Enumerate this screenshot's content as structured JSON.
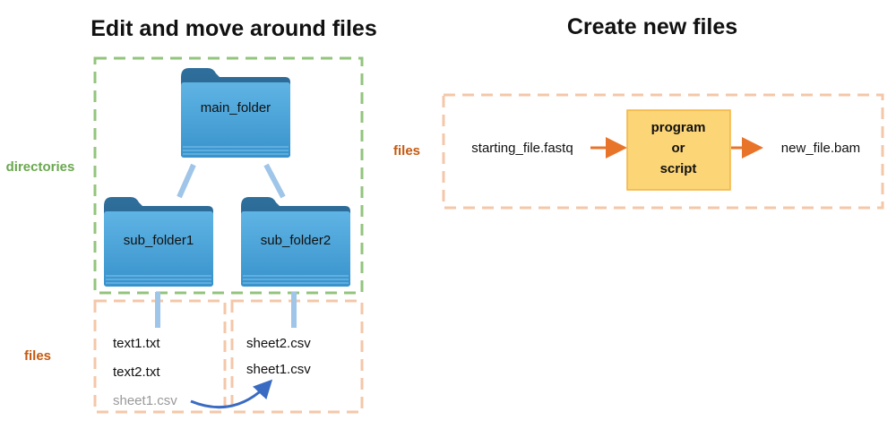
{
  "left_panel": {
    "title": "Edit and move around files",
    "directories_label": "directories",
    "files_label": "files",
    "folders": {
      "main": "main_folder",
      "sub1": "sub_folder1",
      "sub2": "sub_folder2"
    },
    "files_sub1": [
      "text1.txt",
      "text2.txt"
    ],
    "moving_file": "sheet1.csv",
    "files_sub2": [
      "sheet2.csv",
      "sheet1.csv"
    ]
  },
  "right_panel": {
    "title": "Create new files",
    "files_label": "files",
    "input_file": "starting_file.fastq",
    "process_lines": [
      "program",
      "or",
      "script"
    ],
    "output_file": "new_file.bam"
  },
  "colors": {
    "green_dash": "#93c47d",
    "green_label": "#6aa84f",
    "peach_dash": "#f4c7a8",
    "orange_label": "#c55a11",
    "folder_blue": "#3d9fd6",
    "connector": "#9fc5e8",
    "move_arrow": "#3a6bc2",
    "process_fill": "#fcd576",
    "process_stroke": "#f3b43f",
    "flow_arrow": "#e8742a",
    "faded_text": "#999999"
  }
}
